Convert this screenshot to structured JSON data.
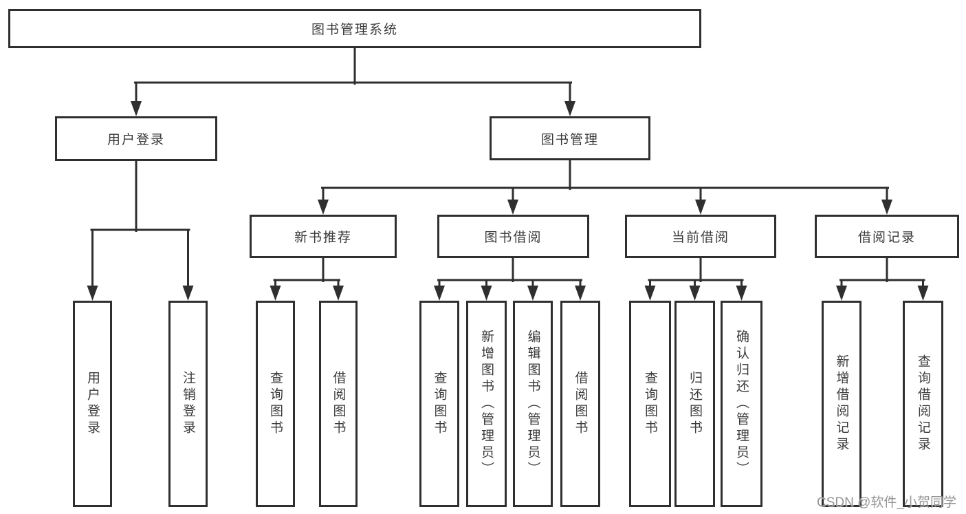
{
  "diagram": {
    "root": {
      "label": "图书管理系统"
    },
    "children": [
      {
        "label": "用户登录",
        "children": [
          {
            "label": "用户登录"
          },
          {
            "label": "注销登录"
          }
        ]
      },
      {
        "label": "图书管理",
        "children": [
          {
            "label": "新书推荐",
            "children": [
              {
                "label": "查询图书"
              },
              {
                "label": "借阅图书"
              }
            ]
          },
          {
            "label": "图书借阅",
            "children": [
              {
                "label": "查询图书"
              },
              {
                "label": "新增图书（管理员）"
              },
              {
                "label": "编辑图书（管理员）"
              },
              {
                "label": "借阅图书"
              }
            ]
          },
          {
            "label": "当前借阅",
            "children": [
              {
                "label": "查询图书"
              },
              {
                "label": "归还图书"
              },
              {
                "label": "确认归还（管理员）"
              }
            ]
          },
          {
            "label": "借阅记录",
            "children": [
              {
                "label": "新增借阅记录"
              },
              {
                "label": "查询借阅记录"
              }
            ]
          }
        ]
      }
    ]
  },
  "watermark": {
    "text": "CSDN @软件_小贺同学"
  },
  "colors": {
    "line": "#2f2f2f",
    "text": "#3a3a3a",
    "watermark": "#949494",
    "background": "#ffffff"
  }
}
